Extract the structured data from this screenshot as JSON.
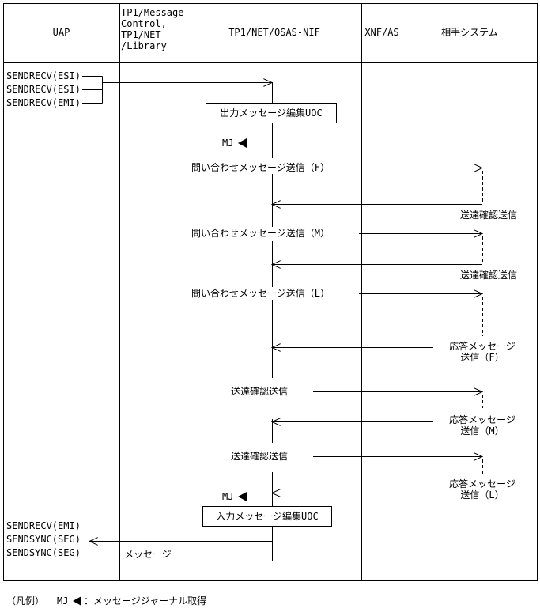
{
  "headers": {
    "uap": "UAP",
    "tp1_line1": "TP1/Message",
    "tp1_line2": "Control,",
    "tp1_line3": "TP1/NET",
    "tp1_line4": "/Library",
    "osas": "TP1/NET/OSAS-NIF",
    "xnf": "XNF/AS",
    "partner": "相手システム"
  },
  "uap_calls_top": [
    "SENDRECV(ESI)",
    "SENDRECV(ESI)",
    "SENDRECV(EMI)"
  ],
  "uap_calls_bottom": [
    "SENDRECV(EMI)",
    "SENDSYNC(SEG)",
    "SENDSYNC(SEG)"
  ],
  "boxes": {
    "output_uoc": "出力メッセージ編集UOC",
    "input_uoc": "入力メッセージ編集UOC"
  },
  "mj": "MJ",
  "messages": {
    "inquiry_f": "問い合わせメッセージ送信（F）",
    "inquiry_m": "問い合わせメッセージ送信（M）",
    "inquiry_l": "問い合わせメッセージ送信（L）",
    "ack": "送達確認送信",
    "response_line1": "応答メッセージ",
    "response_f": "送信（F）",
    "response_m": "送信（M）",
    "response_l": "送信（L）",
    "message": "メッセージ"
  },
  "legend": {
    "prefix": "（凡例）",
    "mj": "MJ",
    "text": "：メッセージジャーナル取得"
  }
}
